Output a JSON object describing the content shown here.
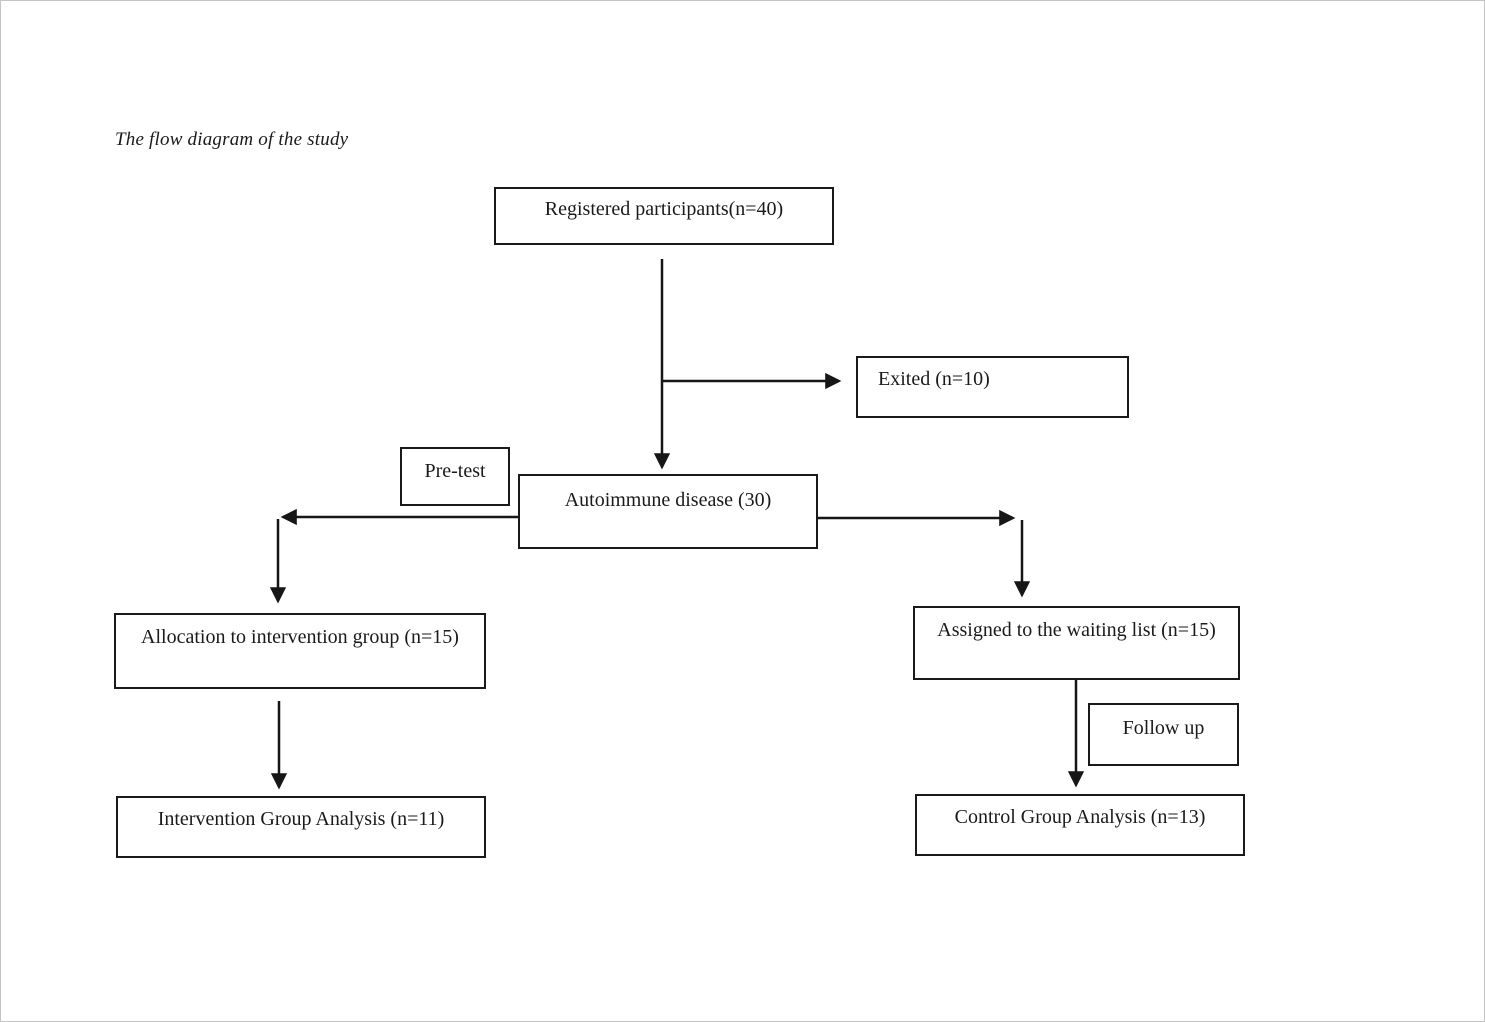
{
  "page": {
    "title": "The flow diagram of the study"
  },
  "diagram": {
    "nodes": {
      "registered": {
        "label": "Registered participants(n=40)"
      },
      "exited": {
        "label": "Exited (n=10)"
      },
      "pretest": {
        "label": "Pre-test"
      },
      "autoimmune": {
        "label": "Autoimmune disease (30)"
      },
      "allocation": {
        "label": "Allocation to intervention group (n=15)"
      },
      "assigned": {
        "label": "Assigned to the waiting list (n=15)"
      },
      "followup": {
        "label": "Follow up"
      },
      "intervention_analysis": {
        "label": "Intervention Group Analysis (n=11)"
      },
      "control_analysis": {
        "label": "Control Group Analysis (n=13)"
      }
    },
    "colors": {
      "line": "#161616",
      "box_border": "#1a1a1a",
      "background": "#ffffff",
      "page_border": "#c4c4c4"
    }
  }
}
